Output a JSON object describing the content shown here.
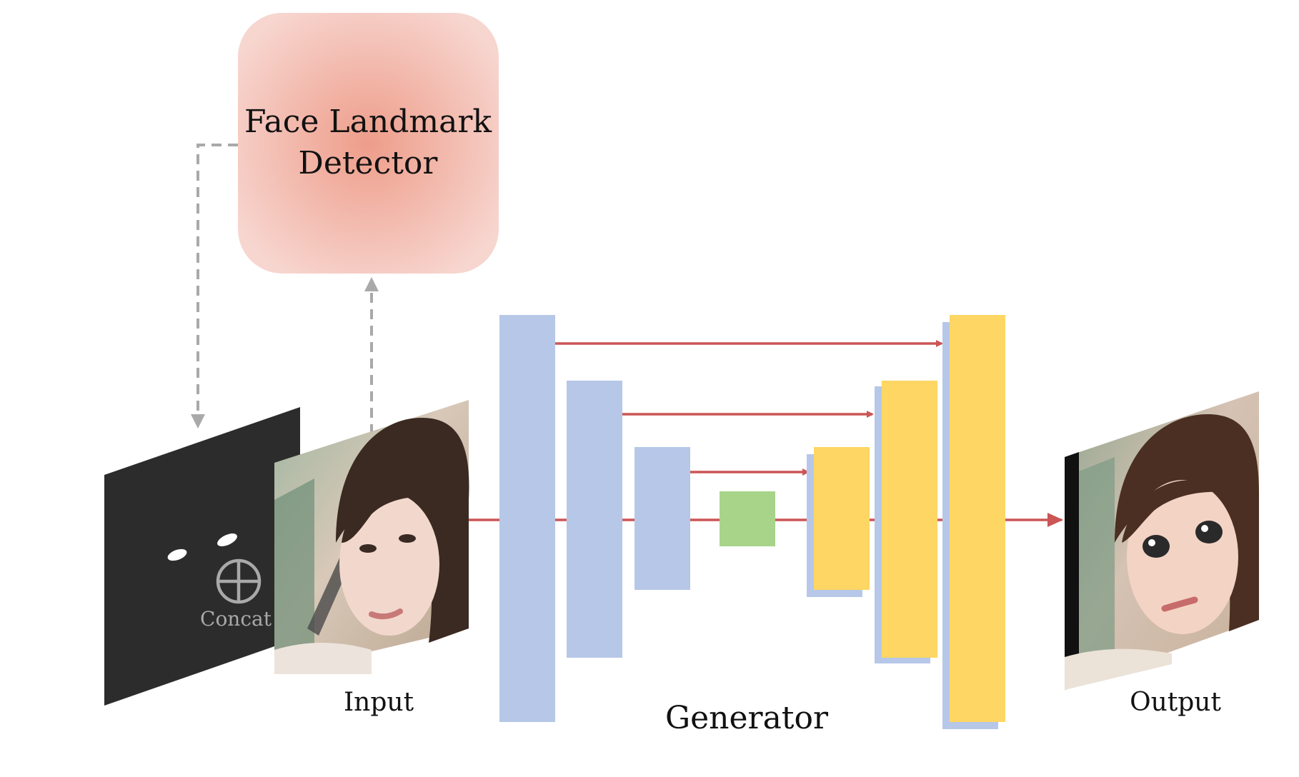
{
  "detector": {
    "title_line1": "Face Landmark",
    "title_line2": "Detector"
  },
  "mask": {
    "operator_symbol": "⊕",
    "operator_label": "Concat"
  },
  "labels": {
    "input": "Input",
    "generator": "Generator",
    "output": "Output"
  },
  "colors": {
    "encoder": "#b6c7e8",
    "bottleneck": "#a8d48a",
    "decoder": "#fdd663",
    "skip_arrow": "#cc5555",
    "dashed_arrow": "#a9a9a9",
    "detector_center": "#ee9d8a",
    "detector_edge": "#f7d6d0",
    "mask_fill": "#2c2c2c"
  }
}
